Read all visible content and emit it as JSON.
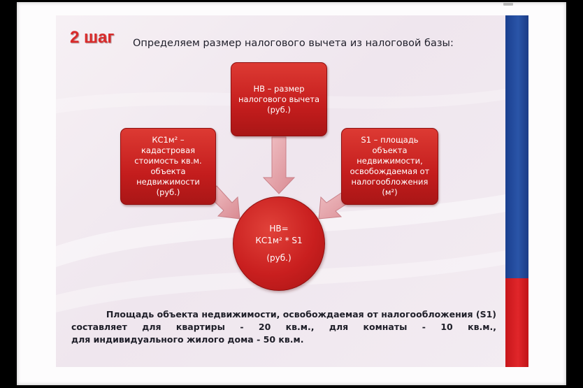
{
  "slide": {
    "step_label": "2 шаг",
    "title": "Определяем размер налогового вычета из налоговой базы:"
  },
  "diagram": {
    "top_box": {
      "lines": [
        "НВ – размер",
        "налогового вычета",
        "(руб.)"
      ]
    },
    "left_box": {
      "lines": [
        "КС1м² –",
        "кадастровая",
        "стоимость кв.м.",
        "объекта",
        "недвижимости",
        "(руб.)"
      ]
    },
    "right_box": {
      "lines": [
        "S1 – площадь",
        "объекта",
        "недвижимости,",
        "освобождаемая от",
        "налогообложения",
        "(м²)"
      ]
    },
    "center_circle": {
      "lines": [
        "НВ=",
        "КС1м² * S1",
        "(руб.)"
      ]
    }
  },
  "footnote": {
    "line1": "Площадь объекта недвижимости, освобождаемая от налогообложения (S1)",
    "line2_words": [
      "составляет",
      "для",
      "квартиры",
      "-",
      "20",
      "кв.м.,",
      "для",
      "комнаты",
      "-",
      "10",
      "кв.м.,"
    ],
    "line3": "для индивидуального жилого дома - 50 кв.м."
  },
  "colors": {
    "accent_red": "#c41d1d",
    "arrow_pink": "#e7a7ad",
    "side_bar_blue": "#1a3f8f",
    "side_bar_red": "#d4191e",
    "step_label": "#d92a2a"
  }
}
